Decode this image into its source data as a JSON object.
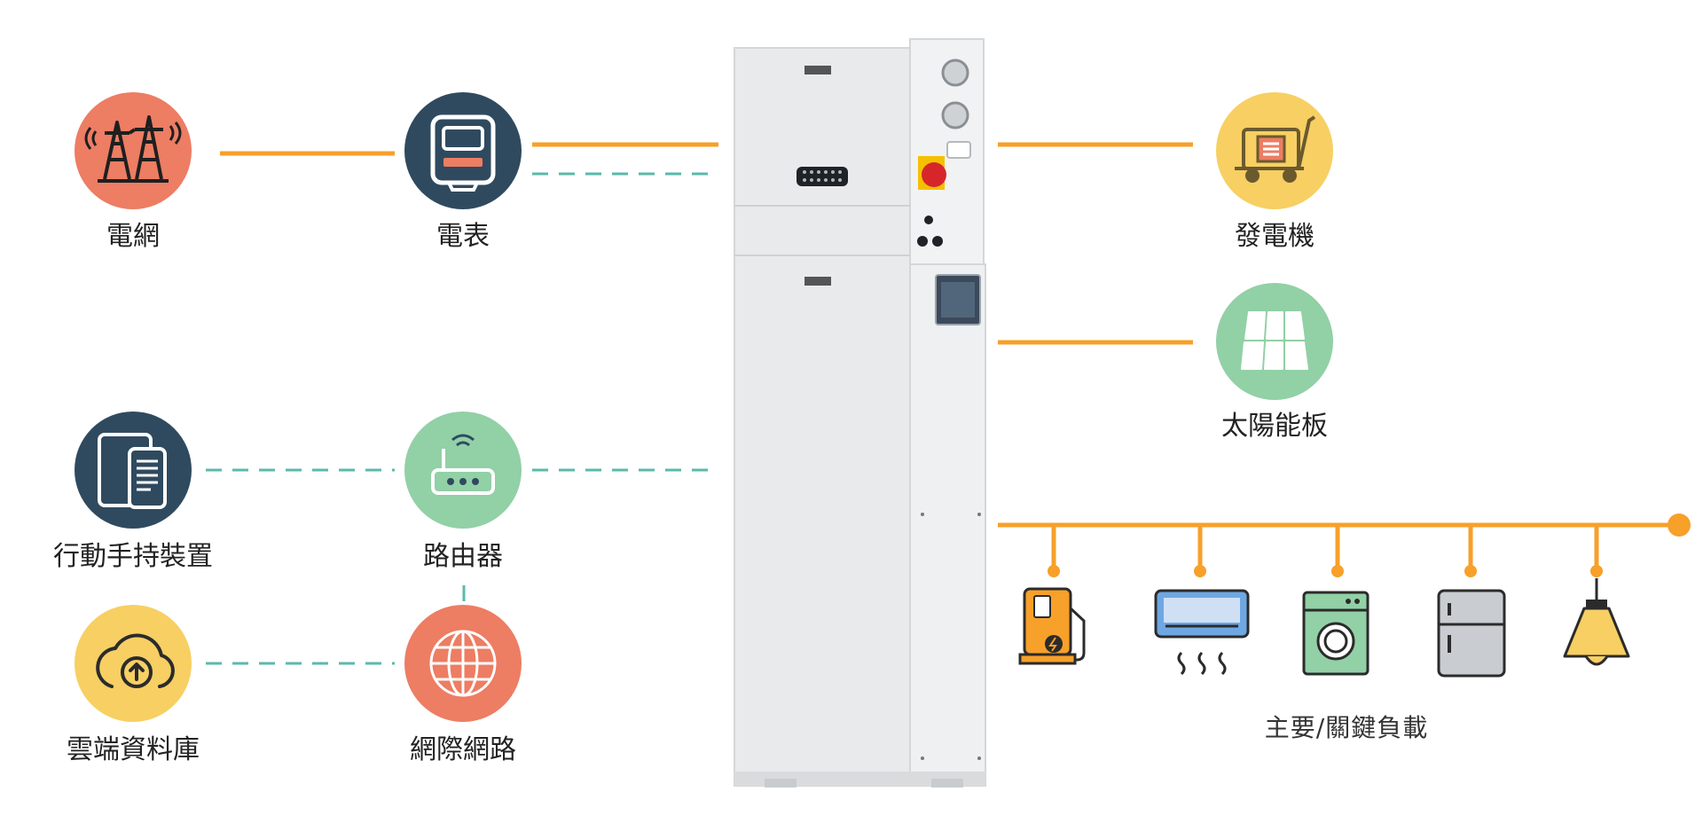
{
  "labels": {
    "grid": "電網",
    "meter": "電表",
    "generator": "發電機",
    "solar": "太陽能板",
    "mobile": "行動手持裝置",
    "router": "路由器",
    "cloud": "雲端資料庫",
    "internet": "網際網路",
    "loads": "主要/關鍵負載"
  },
  "colors": {
    "power_line": "#f7a02a",
    "data_line": "#5bb9ab",
    "salmon": "#ed7d63",
    "navy": "#2f4a5f",
    "yellow": "#f7cf63",
    "green": "#92d0a6"
  },
  "icons": {
    "grid": "transmission-tower-icon",
    "meter": "electric-meter-icon",
    "generator": "generator-icon",
    "solar": "solar-panel-icon",
    "mobile": "tablet-phone-icon",
    "router": "router-icon",
    "cloud": "cloud-upload-icon",
    "internet": "globe-icon",
    "loads": [
      "ev-charger-icon",
      "air-conditioner-icon",
      "washing-machine-icon",
      "refrigerator-icon",
      "ceiling-lamp-icon"
    ]
  }
}
